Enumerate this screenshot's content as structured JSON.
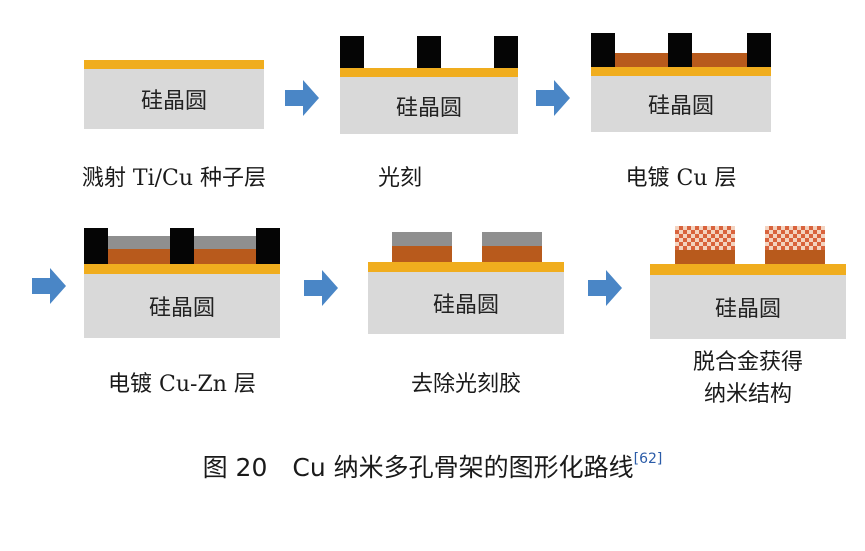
{
  "steps": [
    {
      "wafer_label": "硅晶圆",
      "caption": "溅射 Ti/Cu 种子层"
    },
    {
      "wafer_label": "硅晶圆",
      "caption": "光刻"
    },
    {
      "wafer_label": "硅晶圆",
      "caption": "电镀 Cu 层"
    },
    {
      "wafer_label": "硅晶圆",
      "caption": "电镀 Cu-Zn 层"
    },
    {
      "wafer_label": "硅晶圆",
      "caption": "去除光刻胶"
    },
    {
      "wafer_label": "硅晶圆",
      "caption_line1": "脱合金获得",
      "caption_line2": "纳米结构"
    }
  ],
  "figure_caption": {
    "text": "图 20　Cu 纳米多孔骨架的图形化路线",
    "ref": "[62]"
  },
  "colors": {
    "wafer": "#d9d9d9",
    "seed_layer": "#f0ad1e",
    "cu_layer": "#b85a1c",
    "photoresist": "#050505",
    "cuzn_layer": "#8f8f8f",
    "nanoporous": "#d9633d",
    "arrow": "#4a86c6"
  }
}
